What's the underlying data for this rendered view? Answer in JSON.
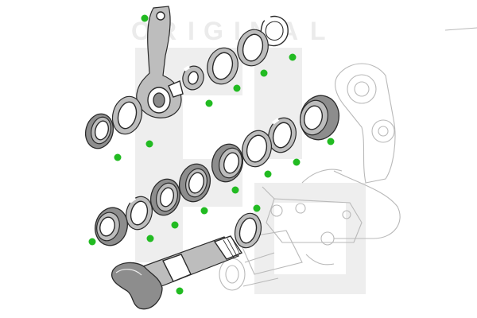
{
  "watermark": {
    "letters": [
      "O",
      "R",
      "I",
      "G",
      "I",
      "N",
      "A",
      "L"
    ],
    "color": "#ebebeb"
  },
  "marker_color": "#22bb22"
}
